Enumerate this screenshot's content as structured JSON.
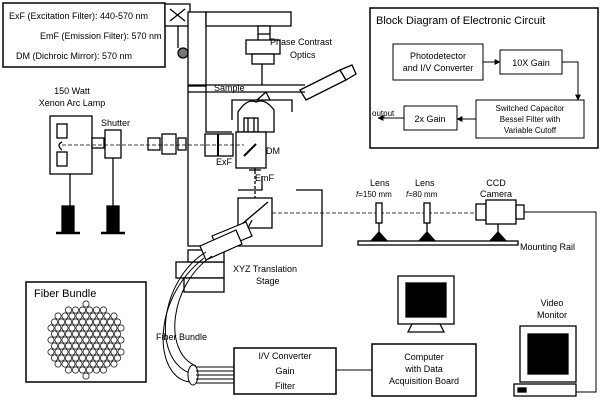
{
  "legend": {
    "exf": "ExF (Excitation Filter): 440-570 nm",
    "emf": "EmF (Emission Filter): 570 nm",
    "dm": "DM (Dichroic Mirror): 570 nm"
  },
  "block_diagram": {
    "title": "Block Diagram of Electronic Circuit",
    "photodetector": [
      "Photodetector",
      "and I/V Converter"
    ],
    "gain10": "10X Gain",
    "gain2": "2x Gain",
    "bessel": [
      "Switched Capacitor",
      "Bessel Filter with",
      "Variable Cutoff"
    ],
    "output": "output"
  },
  "microscope": {
    "phase_contrast": [
      "Phase Contrast",
      "Optics"
    ],
    "sample": "Sample",
    "dm": "DM",
    "exf": "ExF",
    "emf": "EmF"
  },
  "lamp": [
    "150 Watt",
    "Xenon Arc Lamp"
  ],
  "shutter": "Shutter",
  "lens1": {
    "label": "Lens",
    "focal_f": "f",
    "focal_rest": "=150 mm"
  },
  "lens2": {
    "label": "Lens",
    "focal_f": "f",
    "focal_rest": "=80 mm"
  },
  "ccd": [
    "CCD",
    "Camera"
  ],
  "rail": "Mounting Rail",
  "xyz": [
    "XYZ Translation",
    "Stage"
  ],
  "fiber_bundle_title": "Fiber Bundle",
  "fiber_bundle_label": "Fiber Bundle",
  "iv_box": {
    "line1": "I/V Converter",
    "line2": "Gain",
    "line3": "Filter"
  },
  "computer": [
    "Computer",
    "with Data",
    "Acquisition Board"
  ],
  "video": [
    "Video",
    "Monitor"
  ]
}
